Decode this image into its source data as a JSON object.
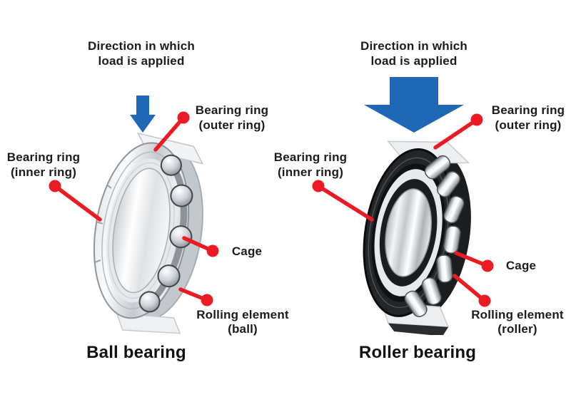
{
  "colors": {
    "leader_red": "#ec1b23",
    "arrow_blue": "#1e68b5",
    "text": "#1c1c1c",
    "background": "#ffffff"
  },
  "left": {
    "load_direction": {
      "line1": "Direction in which",
      "line2": "load is applied"
    },
    "labels": {
      "outer_ring": {
        "line1": "Bearing ring",
        "line2": "(outer ring)"
      },
      "inner_ring": {
        "line1": "Bearing ring",
        "line2": "(inner ring)"
      },
      "cage": "Cage",
      "rolling_element": {
        "line1": "Rolling element",
        "line2": "(ball)"
      }
    },
    "title": "Ball bearing"
  },
  "right": {
    "load_direction": {
      "line1": "Direction in which",
      "line2": "load is applied"
    },
    "labels": {
      "outer_ring": {
        "line1": "Bearing ring",
        "line2": "(outer ring)"
      },
      "inner_ring": {
        "line1": "Bearing ring",
        "line2": "(inner ring)"
      },
      "cage": "Cage",
      "rolling_element": {
        "line1": "Rolling element",
        "line2": "(roller)"
      }
    },
    "title": "Roller bearing"
  }
}
